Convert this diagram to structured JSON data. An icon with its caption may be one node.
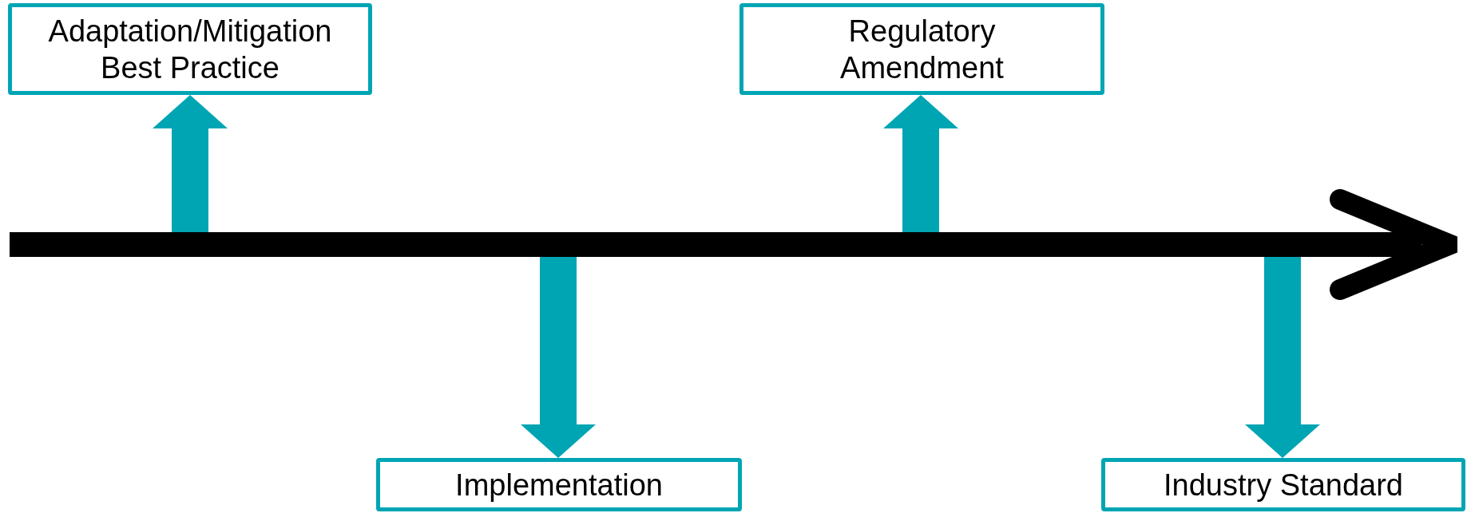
{
  "diagram": {
    "nodes": [
      {
        "text": [
          "Adaptation/Mitigation Best Practice"
        ]
      },
      {
        "text": [
          "Regulatory Amendment"
        ]
      },
      {
        "text": [],
        "shape": "arrow"
      },
      {
        "text": [
          "Implementation"
        ]
      },
      {
        "text": [
          "Industry Standard"
        ]
      }
    ],
    "edges": [
      {
        "from": 2,
        "to": 0,
        "arrow": "to",
        "style": "thick"
      },
      {
        "from": 2,
        "to": 1,
        "arrow": "to",
        "style": "thick"
      },
      {
        "from": 2,
        "to": 3,
        "arrow": "to",
        "style": "thick"
      },
      {
        "from": 2,
        "to": 4,
        "arrow": "to",
        "style": "thick"
      }
    ]
  }
}
